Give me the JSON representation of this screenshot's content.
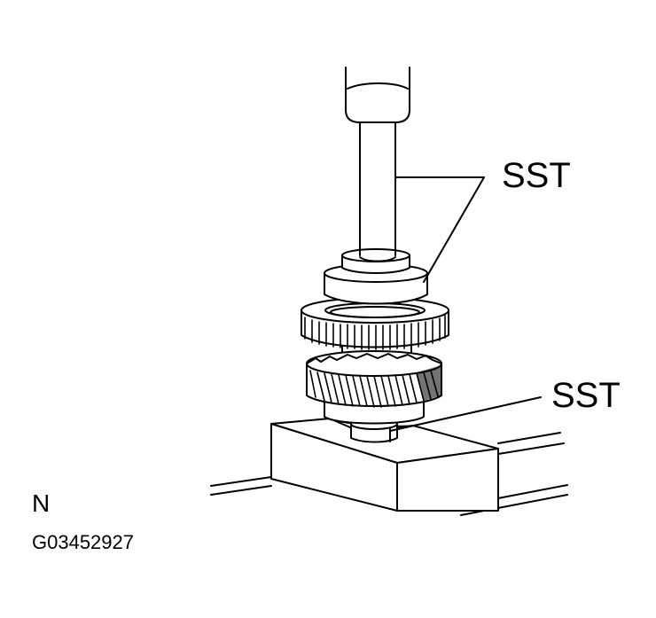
{
  "labels": {
    "sst_upper": "SST",
    "sst_lower": "SST",
    "view_letter": "N",
    "figure_code": "G03452927"
  },
  "colors": {
    "line": "#000000",
    "background": "#ffffff"
  }
}
